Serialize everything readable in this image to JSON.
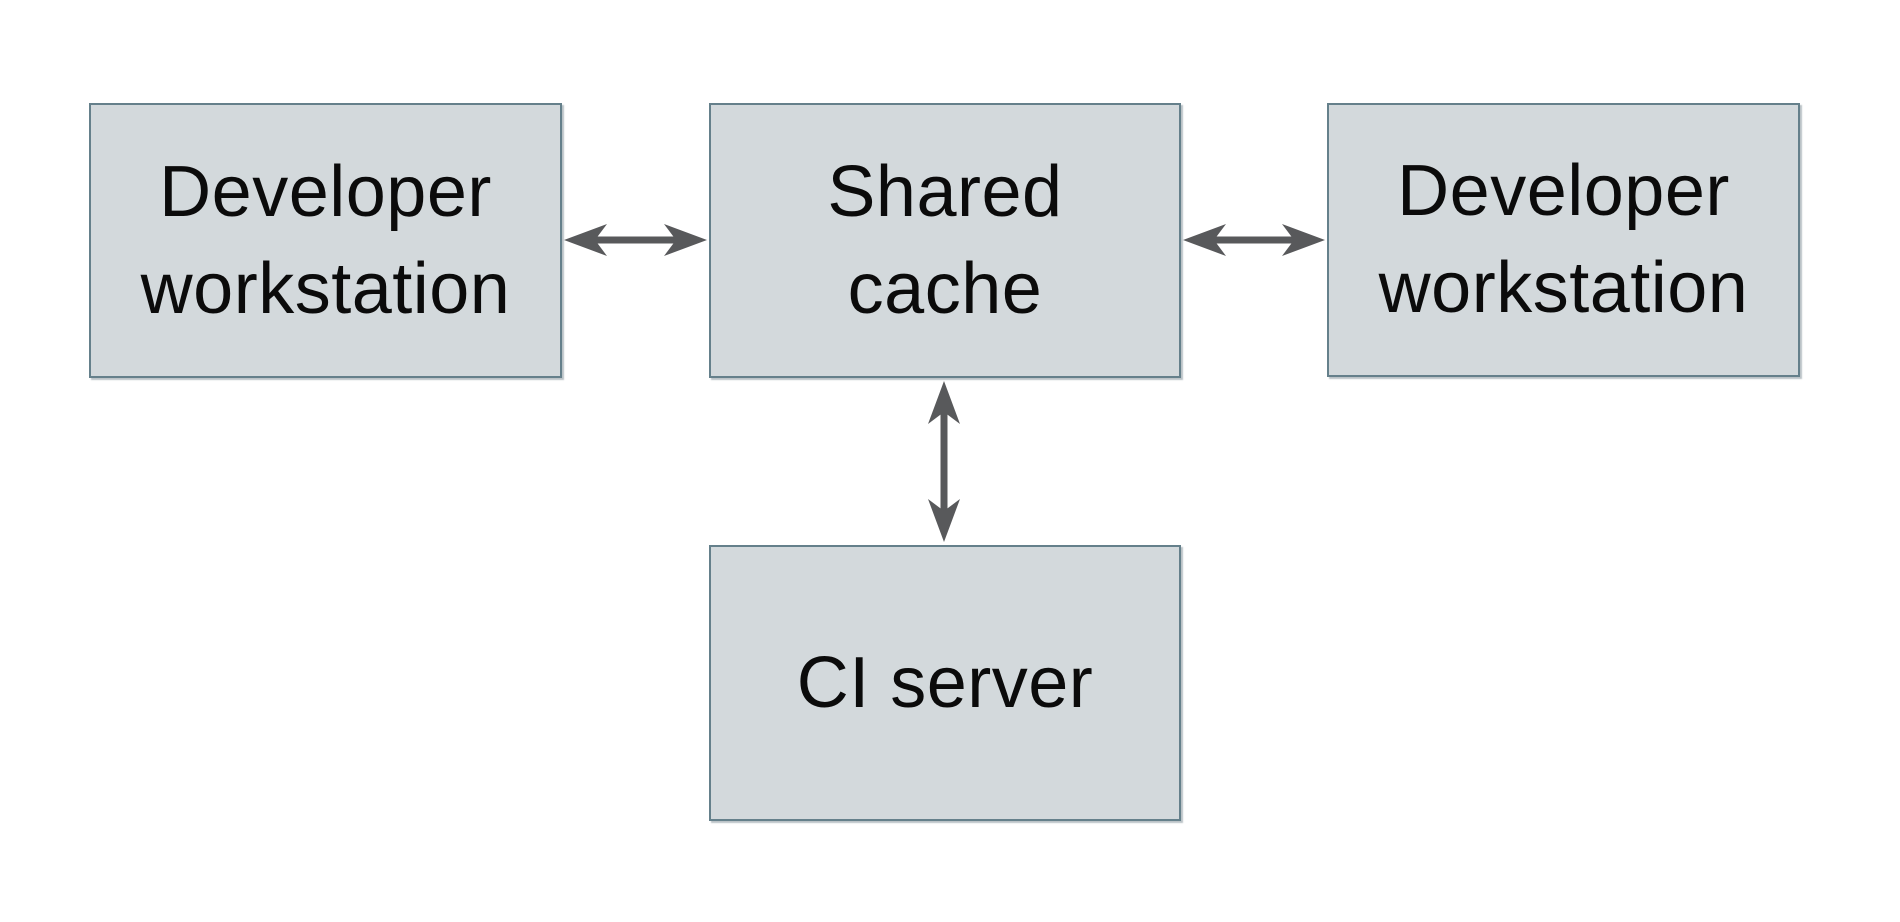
{
  "style": {
    "box_fill": "#d3d9dc",
    "box_border": "#65808b",
    "arrow_color": "#58595b",
    "text_color": "#0b0b0b",
    "canvas_bg": "#ffffff"
  },
  "diagram": {
    "type": "architecture-diagram",
    "title": "",
    "nodes": [
      {
        "id": "developer-workstation-left",
        "lines": [
          "Developer",
          "workstation"
        ]
      },
      {
        "id": "shared-cache",
        "lines": [
          "Shared",
          "cache"
        ]
      },
      {
        "id": "developer-workstation-right",
        "lines": [
          "Developer",
          "workstation"
        ]
      },
      {
        "id": "ci-server",
        "lines": [
          "CI server"
        ]
      }
    ],
    "edges": [
      {
        "from": "developer-workstation-left",
        "to": "shared-cache",
        "direction": "bidirectional"
      },
      {
        "from": "developer-workstation-right",
        "to": "shared-cache",
        "direction": "bidirectional"
      },
      {
        "from": "ci-server",
        "to": "shared-cache",
        "direction": "bidirectional"
      }
    ]
  }
}
